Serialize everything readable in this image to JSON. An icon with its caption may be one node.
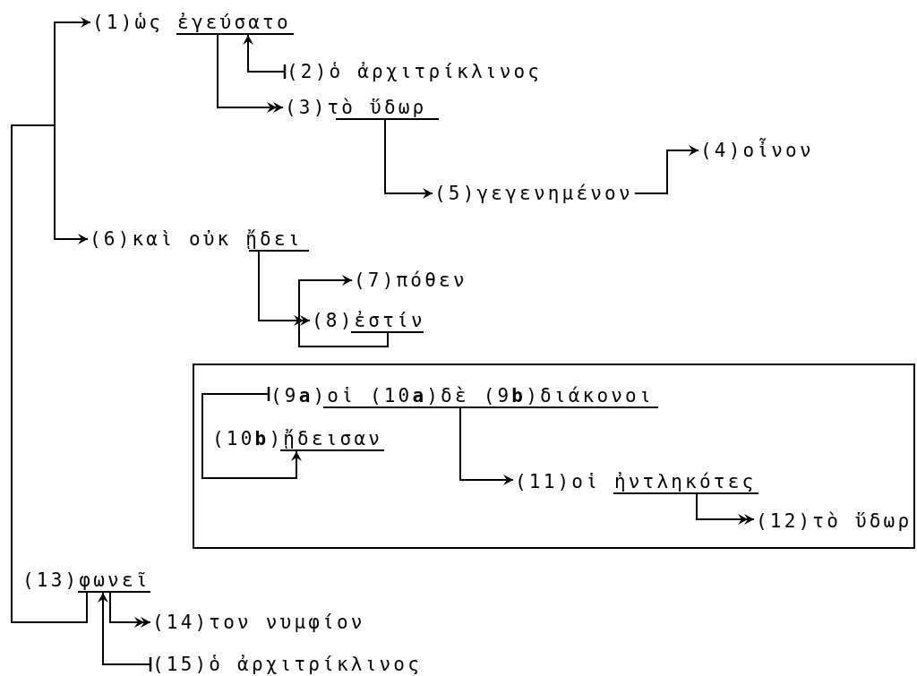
{
  "diagram": {
    "nodes": [
      {
        "text": [
          "(1)ὡς ἐγεύσατο"
        ]
      },
      {
        "text": [
          "(2)ὁ ἀρχιτρίκλινος"
        ]
      },
      {
        "text": [
          "(3)τὸ ὕδωρ"
        ]
      },
      {
        "text": [
          "(4)οἶνον"
        ]
      },
      {
        "text": [
          "(5)γεγενημένον"
        ]
      },
      {
        "text": [
          "(6)καὶ οὐκ ᾔδει"
        ]
      },
      {
        "text": [
          "(7)πόθεν"
        ]
      },
      {
        "text": [
          "(8)ἐστίν"
        ]
      },
      {
        "text": [],
        "shape": "box"
      },
      {
        "text": [
          "(9**a**)οἱ (10**a**)δὲ (9**b**)διάκονοι"
        ],
        "in": 8
      },
      {
        "text": [
          "(10**b**)ᾔδεισαν"
        ],
        "in": 8
      },
      {
        "text": [
          "(11)οἱ ἠντληκότες"
        ],
        "in": 8
      },
      {
        "text": [
          "(12)τὸ ὕδωρ"
        ],
        "in": 8
      },
      {
        "text": [
          "(13)φωνεῖ"
        ]
      },
      {
        "text": [
          "(14)τον νυμφίον"
        ]
      },
      {
        "text": [
          "(15)ὁ ἀρχιτρίκλινος"
        ]
      }
    ],
    "edges": [
      {
        "from": 13,
        "to": 0,
        "arrow": "to"
      },
      {
        "from": 13,
        "to": 5,
        "arrow": "to"
      },
      {
        "from": 1,
        "to": 0,
        "arrow": "to"
      },
      {
        "from": 0,
        "to": 2,
        "arrow": "to"
      },
      {
        "from": 2,
        "to": 4,
        "arrow": "to"
      },
      {
        "from": 4,
        "to": 3,
        "arrow": "to"
      },
      {
        "from": 5,
        "to": 7,
        "arrow": "to"
      },
      {
        "from": 7,
        "to": 6,
        "arrow": "to"
      },
      {
        "from": 9,
        "to": 10,
        "arrow": "to"
      },
      {
        "from": 9,
        "to": 11,
        "arrow": "to"
      },
      {
        "from": 11,
        "to": 12,
        "arrow": "to"
      },
      {
        "from": 13,
        "to": 14,
        "arrow": "to"
      },
      {
        "from": 15,
        "to": 13,
        "arrow": "to"
      }
    ]
  }
}
